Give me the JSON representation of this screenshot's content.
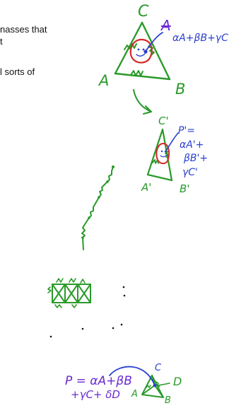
{
  "text_fragments": {
    "line1": "nasses that",
    "line2": "t",
    "line3": "l sorts of"
  },
  "top_triangle": {
    "vertex_c": "C",
    "vertex_a": "A",
    "vertex_b": "B",
    "marked_label": "A",
    "formula": "αA+βB+γC"
  },
  "second_triangle": {
    "vertex_c": "C'",
    "vertex_a": "A'",
    "vertex_b": "B'",
    "formula_l1": "P'=",
    "formula_l2": "αA'+",
    "formula_l3": "βB'+",
    "formula_l4": "γC'"
  },
  "bottom_triangle": {
    "vertex_c": "C",
    "vertex_a": "A",
    "vertex_b": "B",
    "vertex_d": "D",
    "formula_l1": "P = αA+βB",
    "formula_l2": "+γC+ δD"
  },
  "colors": {
    "ink_green": "#2a9a2a",
    "ink_red": "#d42a2a",
    "ink_blue": "#2a3fd0",
    "ink_purple": "#6a2ad0"
  }
}
